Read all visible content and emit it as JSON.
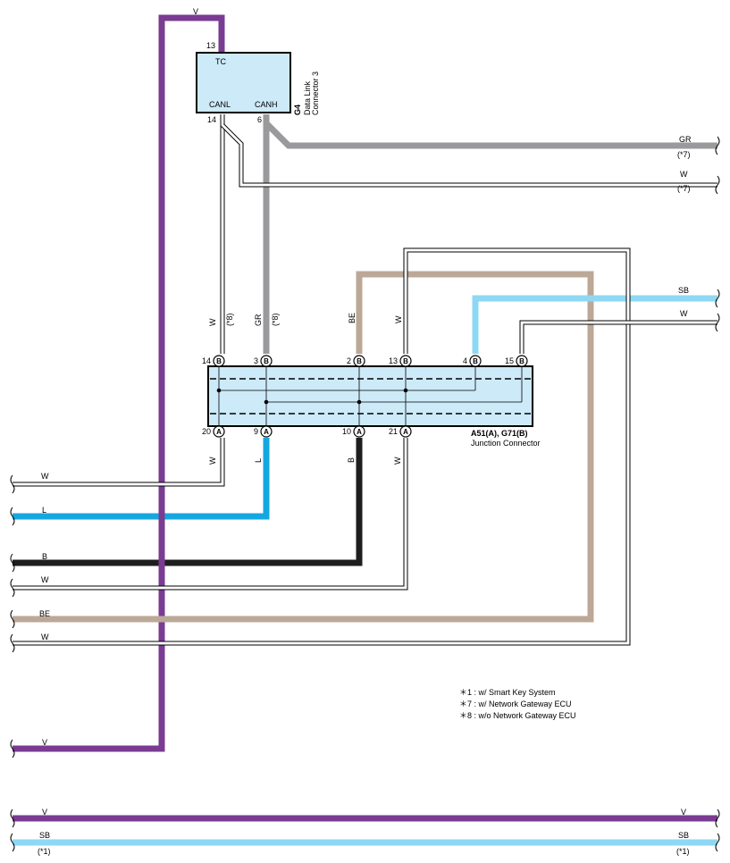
{
  "colors": {
    "V": "#7a3b93",
    "GR": "#9a9a9c",
    "SB": "#8ed8f4",
    "L": "#15a7e0",
    "B": "#1e1e1e",
    "BE": "#bca897",
    "W": "#ffffff",
    "junction_fill": "#cdeaf9"
  },
  "dlc": {
    "code": "G4",
    "name_line1": "Data Link",
    "name_line2": "Connector 3",
    "pins": {
      "tc_label": "TC",
      "tc_num": "13",
      "canl_label": "CANL",
      "canl_num": "14",
      "canh_label": "CANH",
      "canh_num": "6"
    }
  },
  "junction": {
    "name": "A51(A), G71(B)",
    "desc": "Junction Connector",
    "top_pins": [
      {
        "num": "14",
        "letter": "B"
      },
      {
        "num": "3",
        "letter": "B"
      },
      {
        "num": "2",
        "letter": "B"
      },
      {
        "num": "13",
        "letter": "B"
      },
      {
        "num": "4",
        "letter": "B"
      },
      {
        "num": "15",
        "letter": "B"
      }
    ],
    "bottom_pins": [
      {
        "num": "20",
        "letter": "A"
      },
      {
        "num": "9",
        "letter": "A"
      },
      {
        "num": "10",
        "letter": "A"
      },
      {
        "num": "21",
        "letter": "A"
      }
    ]
  },
  "wire_labels": {
    "v_top": "V",
    "gr_right": "GR",
    "gr_right_note": "(*7)",
    "w_right": "W",
    "w_right_note": "(*7)",
    "w_vert1": "W",
    "w_vert1_note": "(*8)",
    "gr_vert": "GR",
    "gr_vert_note": "(*8)",
    "be_vert": "BE",
    "w_vert2": "W",
    "sb_right": "SB",
    "w_right2": "W",
    "w_low1": "W",
    "l_low": "L",
    "b_low": "B",
    "w_low2": "W",
    "w_left1": "W",
    "l_left": "L",
    "b_left": "B",
    "w_left2": "W",
    "be_left": "BE",
    "w_left3": "W",
    "v_left": "V",
    "v_bottom_left": "V",
    "v_bottom_right": "V",
    "sb_bottom_left": "SB",
    "sb_bottom_left_note": "(*1)",
    "sb_bottom_right": "SB",
    "sb_bottom_right_note": "(*1)"
  },
  "notes": [
    "＊1 : w/ Smart Key System",
    "＊7 : w/ Network Gateway ECU",
    "＊8 : w/o Network Gateway ECU"
  ]
}
